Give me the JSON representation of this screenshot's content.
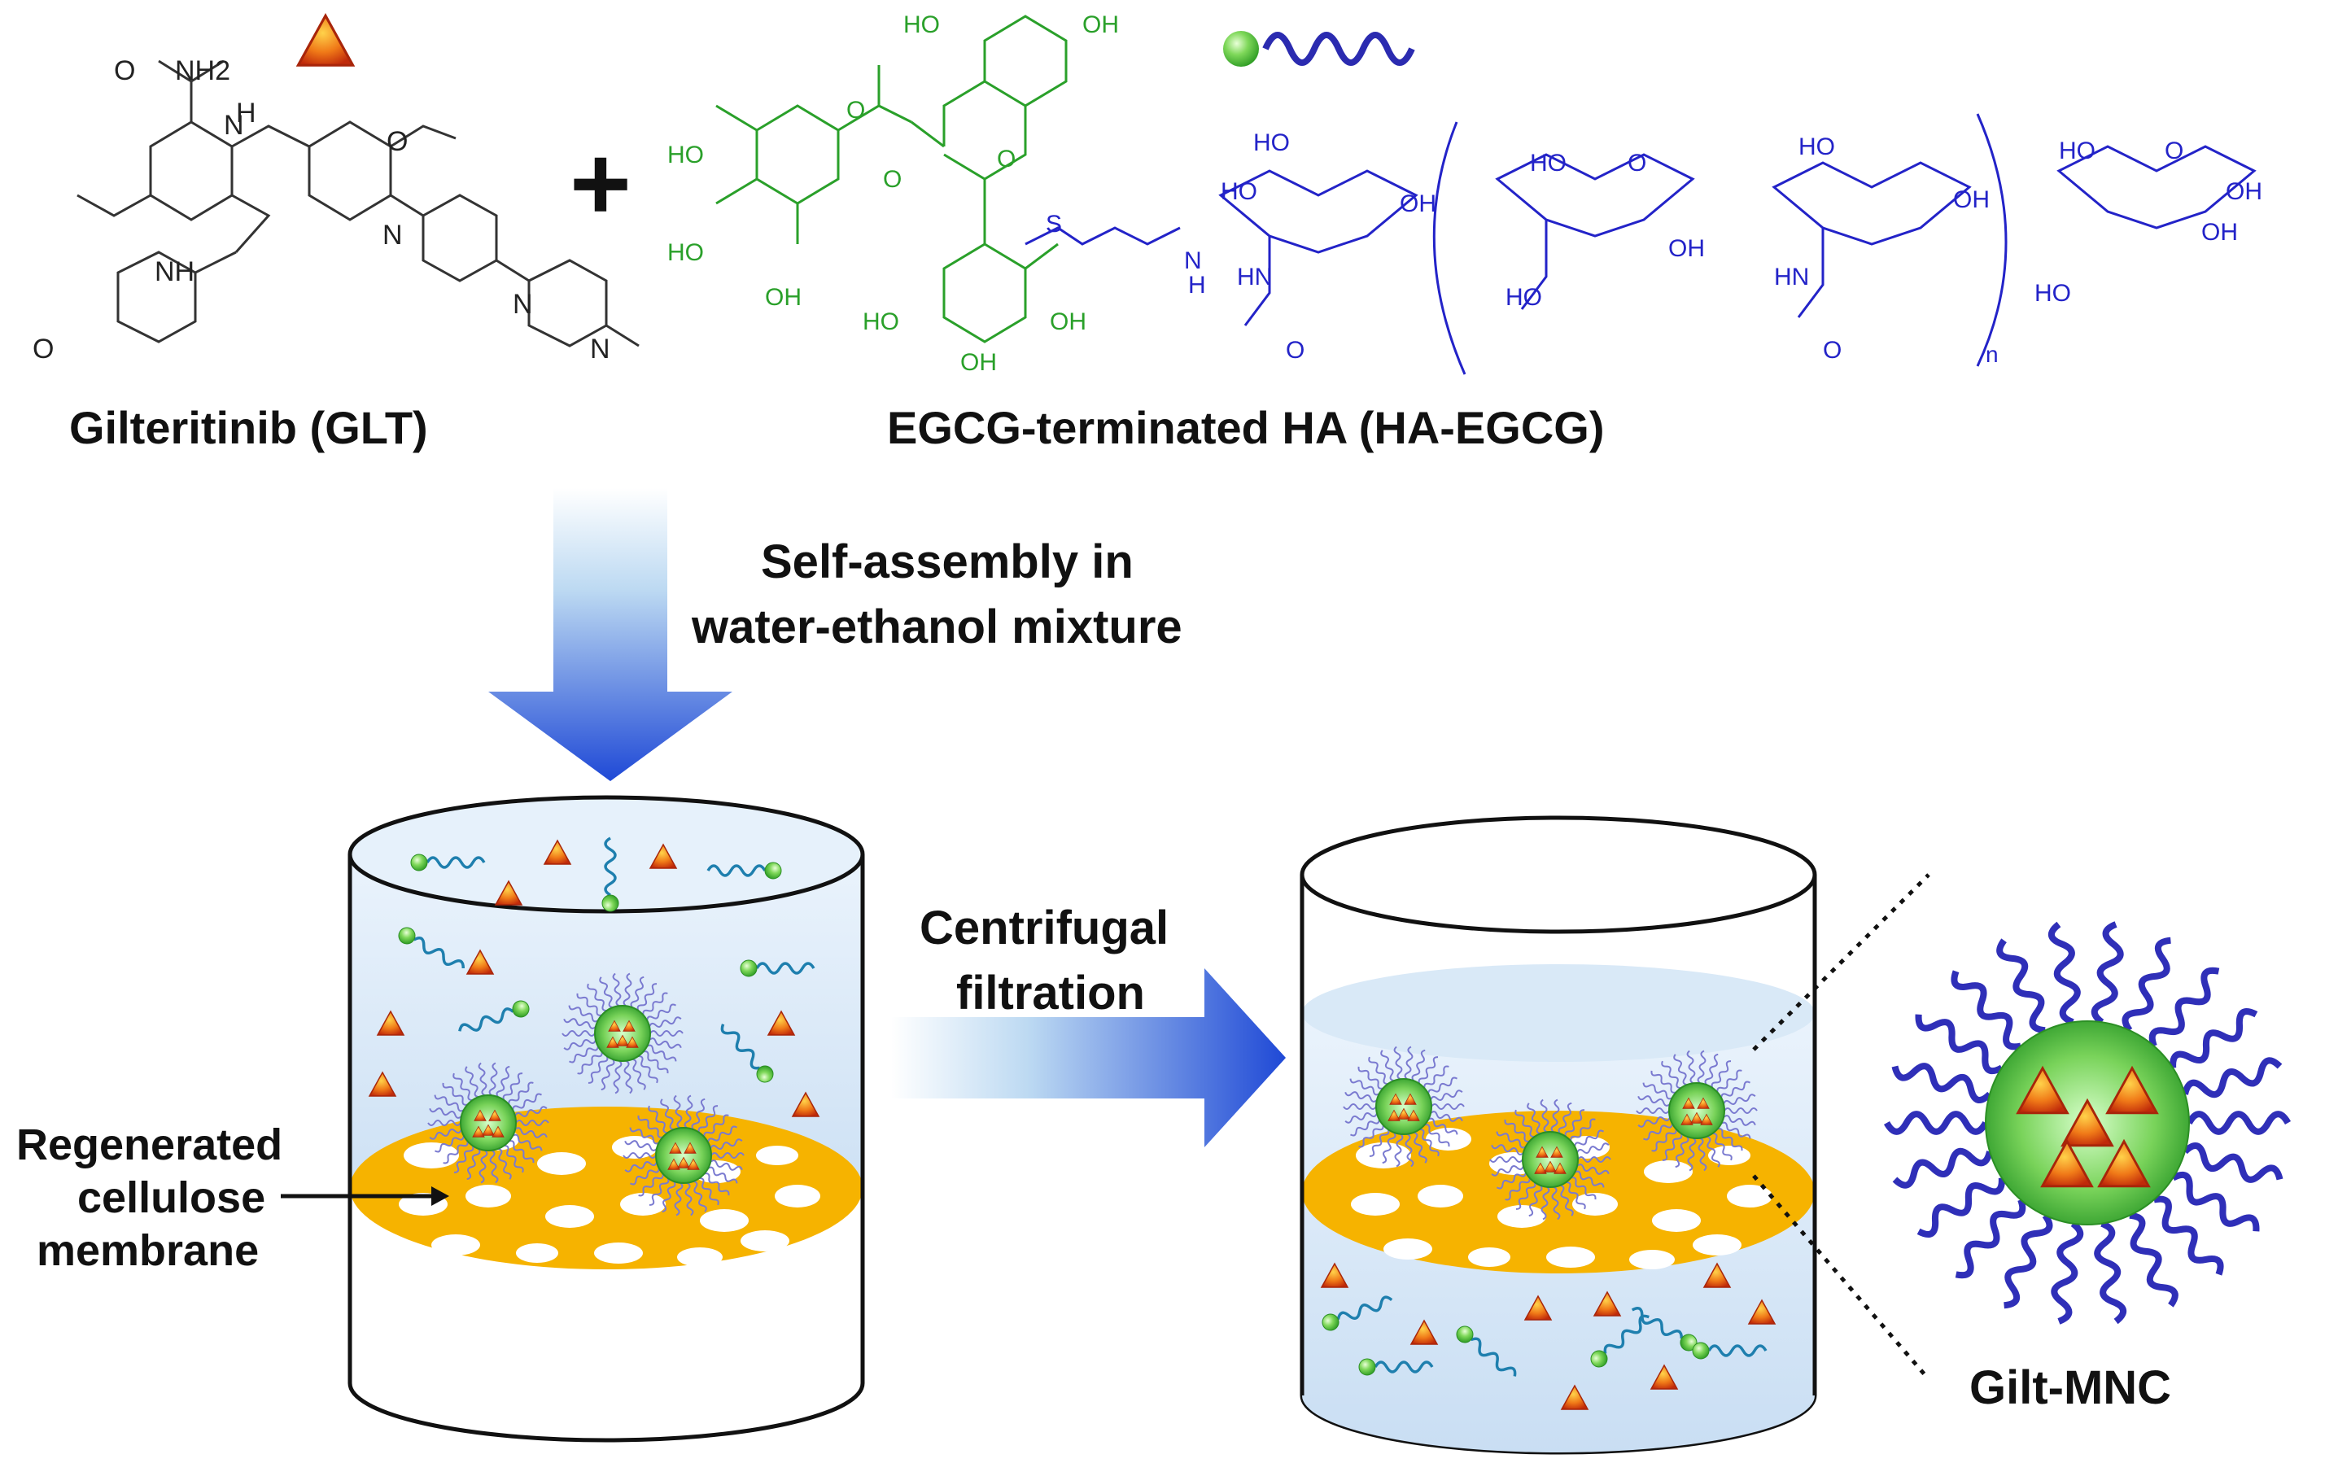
{
  "labels": {
    "gilteritinib": "Gilteritinib (GLT)",
    "ha_egcg": "EGCG-terminated HA (HA-EGCG)",
    "step1_line1": "Self-assembly  in",
    "step1_line2": "water-ethanol  mixture",
    "step2_line1": "Centrifugal",
    "step2_line2": "filtration",
    "membrane_line1": "Regenerated",
    "membrane_line2": "cellulose",
    "membrane_line3": "membrane",
    "product": "Gilt-MNC",
    "plus": "+",
    "repeat_n": "n"
  },
  "atoms": {
    "nh2": "NH2",
    "h": "H",
    "o": "O",
    "n": "N",
    "nh": "NH",
    "ho": "HO",
    "oh": "OH",
    "s": "S",
    "hn": "HN"
  },
  "colors": {
    "drug": "#e85a10",
    "micelle_core": "#4cbf3a",
    "polymer_chain": "#2b2bb0",
    "egcg_green": "#2aa02a",
    "ha_blue": "#2323c8",
    "membrane": "#f6b300",
    "liquid": "#d6e8f8",
    "arrow": "#2a5fd8"
  },
  "icons": [
    "drug-triangle-icon",
    "micelle-icon",
    "polymer-chain-icon"
  ]
}
